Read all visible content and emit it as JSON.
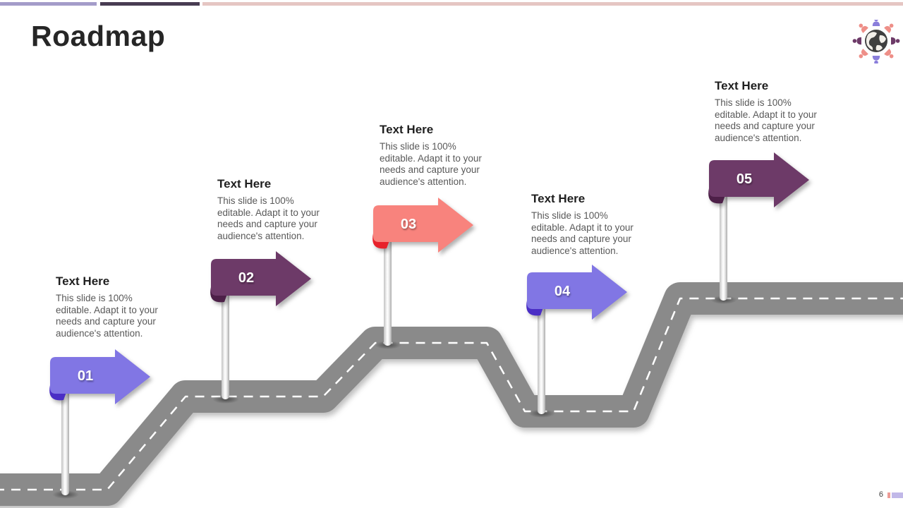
{
  "slide": {
    "title": "Roadmap",
    "page_number": "6"
  },
  "colors": {
    "accent_bar_1": "#a49cc9",
    "accent_bar_2": "#483c52",
    "accent_bar_3": "#e5c6c3",
    "road": "#8a8a8a",
    "road_dash": "#ffffff",
    "footer_mark_salmon": "#e8837d",
    "footer_mark_periwinkle": "#aca0e0"
  },
  "icons": {
    "logo": "globe-people-icon"
  },
  "logo": {
    "globe_color": "#3f3f3f",
    "land_color": "#f2efe9",
    "person_colors": [
      "#8a7edb",
      "#ee8f88",
      "#6d3a68",
      "#ee8f88",
      "#8a7edb",
      "#ee8f88",
      "#6d3a68",
      "#ee8f88"
    ]
  },
  "milestones": [
    {
      "number": "01",
      "heading": "Text Here",
      "body_lines": [
        "This slide is 100%",
        "editable. Adapt it to your",
        "needs and capture your",
        "audience's attention."
      ],
      "sign_color": "#8176e4",
      "fold_color": "#4a2ec5"
    },
    {
      "number": "02",
      "heading": "Text Here",
      "body_lines": [
        "This slide is 100%",
        "editable. Adapt it to your",
        "needs and capture your",
        "audience's attention."
      ],
      "sign_color": "#6d3a68",
      "fold_color": "#4d2048"
    },
    {
      "number": "03",
      "heading": "Text Here",
      "body_lines": [
        "This slide is 100%",
        "editable. Adapt it to your",
        "needs and capture your",
        "audience's attention."
      ],
      "sign_color": "#f8837d",
      "fold_color": "#e7222b"
    },
    {
      "number": "04",
      "heading": "Text Here",
      "body_lines": [
        "This slide is 100%",
        "editable. Adapt it to your",
        "needs and capture your",
        "audience's attention."
      ],
      "sign_color": "#8176e4",
      "fold_color": "#4a2ec5"
    },
    {
      "number": "05",
      "heading": "Text Here",
      "body_lines": [
        "This slide is 100%",
        "editable. Adapt it to your",
        "needs and capture your",
        "audience's attention."
      ],
      "sign_color": "#6d3a68",
      "fold_color": "#4d2048"
    }
  ]
}
